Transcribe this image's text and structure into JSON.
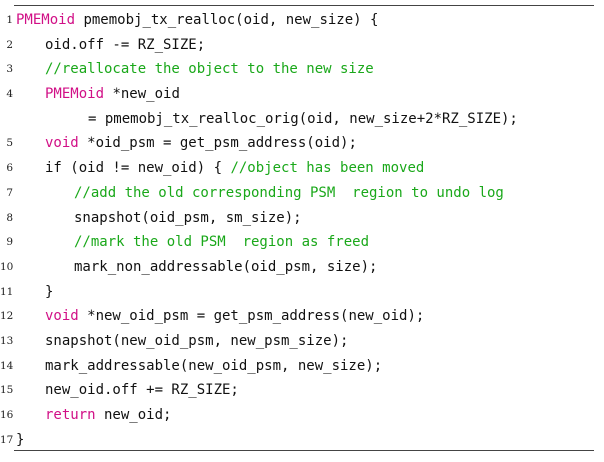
{
  "listing": {
    "lines": [
      {
        "num": "1",
        "indent": 0,
        "segments": [
          {
            "t": "PMEMoid",
            "k": "kw"
          },
          {
            "t": " pmemobj_tx_realloc(oid, new_size) {",
            "k": "plain"
          }
        ]
      },
      {
        "num": "2",
        "indent": 1,
        "segments": [
          {
            "t": "oid.off -= RZ_SIZE;",
            "k": "plain"
          }
        ]
      },
      {
        "num": "3",
        "indent": 1,
        "segments": [
          {
            "t": "//reallocate the object to the new size",
            "k": "cm"
          }
        ]
      },
      {
        "num": "4",
        "indent": 1,
        "segments": [
          {
            "t": "PMEMoid",
            "k": "kw"
          },
          {
            "t": " *new_oid",
            "k": "plain"
          }
        ]
      },
      {
        "num": "",
        "indent": 3,
        "segments": [
          {
            "t": "= pmemobj_tx_realloc_orig(oid, new_size+2*RZ_SIZE);",
            "k": "plain"
          }
        ]
      },
      {
        "num": "5",
        "indent": 1,
        "segments": [
          {
            "t": "void",
            "k": "kw"
          },
          {
            "t": " *oid_psm = get_psm_address(oid);",
            "k": "plain"
          }
        ]
      },
      {
        "num": "6",
        "indent": 1,
        "segments": [
          {
            "t": "if (oid != new_oid) { ",
            "k": "plain"
          },
          {
            "t": "//object has been moved",
            "k": "cm"
          }
        ]
      },
      {
        "num": "7",
        "indent": 2,
        "segments": [
          {
            "t": "//add the old corresponding PSM  region to undo log",
            "k": "cm"
          }
        ]
      },
      {
        "num": "8",
        "indent": 2,
        "segments": [
          {
            "t": "snapshot(oid_psm, sm_size);",
            "k": "plain"
          }
        ]
      },
      {
        "num": "9",
        "indent": 2,
        "segments": [
          {
            "t": "//mark the old PSM  region as freed",
            "k": "cm"
          }
        ]
      },
      {
        "num": "10",
        "indent": 2,
        "segments": [
          {
            "t": "mark_non_addressable(oid_psm, size);",
            "k": "plain"
          }
        ]
      },
      {
        "num": "11",
        "indent": 1,
        "segments": [
          {
            "t": "}",
            "k": "plain"
          }
        ]
      },
      {
        "num": "12",
        "indent": 1,
        "segments": [
          {
            "t": "void",
            "k": "kw"
          },
          {
            "t": " *new_oid_psm = get_psm_address(new_oid);",
            "k": "plain"
          }
        ]
      },
      {
        "num": "13",
        "indent": 1,
        "segments": [
          {
            "t": "snapshot(new_oid_psm, new_psm_size);",
            "k": "plain"
          }
        ]
      },
      {
        "num": "14",
        "indent": 1,
        "segments": [
          {
            "t": "mark_addressable(new_oid_psm, new_size);",
            "k": "plain"
          }
        ]
      },
      {
        "num": "15",
        "indent": 1,
        "segments": [
          {
            "t": "new_oid.off += RZ_SIZE;",
            "k": "plain"
          }
        ]
      },
      {
        "num": "16",
        "indent": 1,
        "segments": [
          {
            "t": "return",
            "k": "kw"
          },
          {
            "t": " new_oid;",
            "k": "plain"
          }
        ]
      },
      {
        "num": "17",
        "indent": 0,
        "segments": [
          {
            "t": "}",
            "k": "plain"
          }
        ]
      }
    ]
  },
  "colors": {
    "keyword": "#d10f86",
    "comment": "#1aa81a",
    "text": "#111111"
  }
}
